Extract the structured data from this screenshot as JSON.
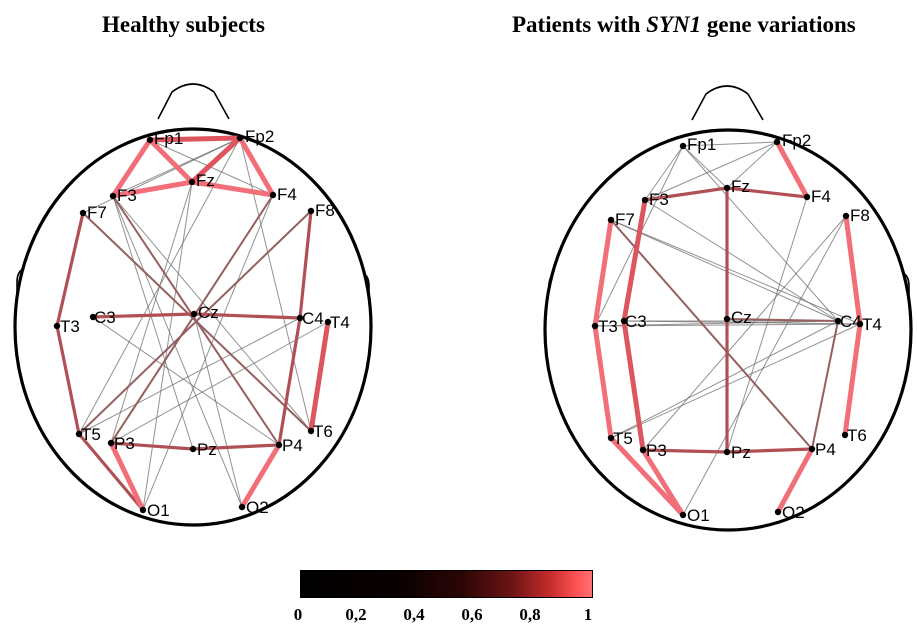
{
  "titles": {
    "left": "Healthy subjects",
    "right_prefix": "Patients with ",
    "right_gene": "SYN1",
    "right_suffix": " gene variations"
  },
  "electrodes": [
    "Fp1",
    "Fp2",
    "F7",
    "F3",
    "Fz",
    "F4",
    "F8",
    "T3",
    "C3",
    "Cz",
    "C4",
    "T4",
    "T5",
    "P3",
    "Pz",
    "P4",
    "T6",
    "O1",
    "O2"
  ],
  "colorbar": {
    "ticks": [
      "0",
      "0,2",
      "0,4",
      "0,6",
      "0,8",
      "1"
    ],
    "min": 0,
    "max": 1
  },
  "connections": {
    "healthy": [
      [
        "Fp1",
        "Fp2",
        0.85
      ],
      [
        "Fp1",
        "F3",
        0.95
      ],
      [
        "Fp1",
        "Fz",
        0.9
      ],
      [
        "Fp2",
        "Fz",
        0.8
      ],
      [
        "Fp2",
        "F4",
        0.95
      ],
      [
        "F3",
        "Fz",
        0.95
      ],
      [
        "Fz",
        "F4",
        0.95
      ],
      [
        "Fp2",
        "F3",
        0.25
      ],
      [
        "Fp2",
        "F7",
        0.25
      ],
      [
        "Fp1",
        "F4",
        0.2
      ],
      [
        "F7",
        "T3",
        0.7
      ],
      [
        "T3",
        "T5",
        0.7
      ],
      [
        "T5",
        "O1",
        0.7
      ],
      [
        "P3",
        "O1",
        0.95
      ],
      [
        "F8",
        "C4",
        0.7
      ],
      [
        "C4",
        "P4",
        0.7
      ],
      [
        "P4",
        "O2",
        0.9
      ],
      [
        "T4",
        "T6",
        0.8
      ],
      [
        "C3",
        "Cz",
        0.75
      ],
      [
        "Cz",
        "C4",
        0.75
      ],
      [
        "P3",
        "Pz",
        0.75
      ],
      [
        "Pz",
        "P4",
        0.75
      ],
      [
        "F3",
        "P4",
        0.6
      ],
      [
        "F7",
        "T6",
        0.6
      ],
      [
        "F4",
        "P3",
        0.6
      ],
      [
        "F8",
        "T5",
        0.6
      ],
      [
        "F3",
        "O2",
        0.3
      ],
      [
        "F3",
        "Pz",
        0.3
      ],
      [
        "F4",
        "O1",
        0.3
      ],
      [
        "F3",
        "T6",
        0.3
      ],
      [
        "Fp2",
        "T6",
        0.25
      ],
      [
        "Fz",
        "P3",
        0.25
      ],
      [
        "Cz",
        "O2",
        0.25
      ],
      [
        "C3",
        "P4",
        0.25
      ],
      [
        "T5",
        "C4",
        0.25
      ],
      [
        "P3",
        "T4",
        0.25
      ],
      [
        "Fz",
        "O1",
        0.25
      ],
      [
        "Fp2",
        "T5",
        0.25
      ]
    ],
    "patients": [
      [
        "Fp1",
        "Fp2",
        0.25
      ],
      [
        "Fp1",
        "F3",
        0.3
      ],
      [
        "Fp1",
        "Fz",
        0.3
      ],
      [
        "Fp2",
        "Fz",
        0.3
      ],
      [
        "Fp2",
        "F3",
        0.25
      ],
      [
        "Fp2",
        "F4",
        0.95
      ],
      [
        "F3",
        "Fz",
        0.75
      ],
      [
        "Fz",
        "F4",
        0.75
      ],
      [
        "Fp1",
        "T3",
        0.25
      ],
      [
        "F7",
        "T3",
        0.95
      ],
      [
        "T3",
        "T5",
        0.95
      ],
      [
        "T5",
        "O1",
        0.95
      ],
      [
        "P3",
        "O1",
        0.95
      ],
      [
        "F8",
        "T4",
        0.95
      ],
      [
        "T4",
        "T6",
        0.95
      ],
      [
        "C4",
        "P4",
        0.6
      ],
      [
        "P4",
        "O2",
        0.9
      ],
      [
        "F3",
        "C3",
        0.8
      ],
      [
        "C3",
        "P3",
        0.8
      ],
      [
        "C3",
        "C4",
        0.3
      ],
      [
        "T3",
        "T4",
        0.3
      ],
      [
        "T3",
        "C4",
        0.3
      ],
      [
        "C3",
        "T4",
        0.3
      ],
      [
        "Cz",
        "C4",
        0.6
      ],
      [
        "P3",
        "Pz",
        0.75
      ],
      [
        "Pz",
        "P4",
        0.75
      ],
      [
        "Fz",
        "Pz",
        0.7
      ],
      [
        "F7",
        "P4",
        0.6
      ],
      [
        "F7",
        "C4",
        0.25
      ],
      [
        "F7",
        "T4",
        0.25
      ],
      [
        "F3",
        "C4",
        0.25
      ],
      [
        "Fp1",
        "C4",
        0.25
      ],
      [
        "T5",
        "C4",
        0.25
      ],
      [
        "T5",
        "T4",
        0.25
      ],
      [
        "F8",
        "P3",
        0.25
      ],
      [
        "F8",
        "O1",
        0.25
      ],
      [
        "F4",
        "Pz",
        0.25
      ]
    ]
  }
}
